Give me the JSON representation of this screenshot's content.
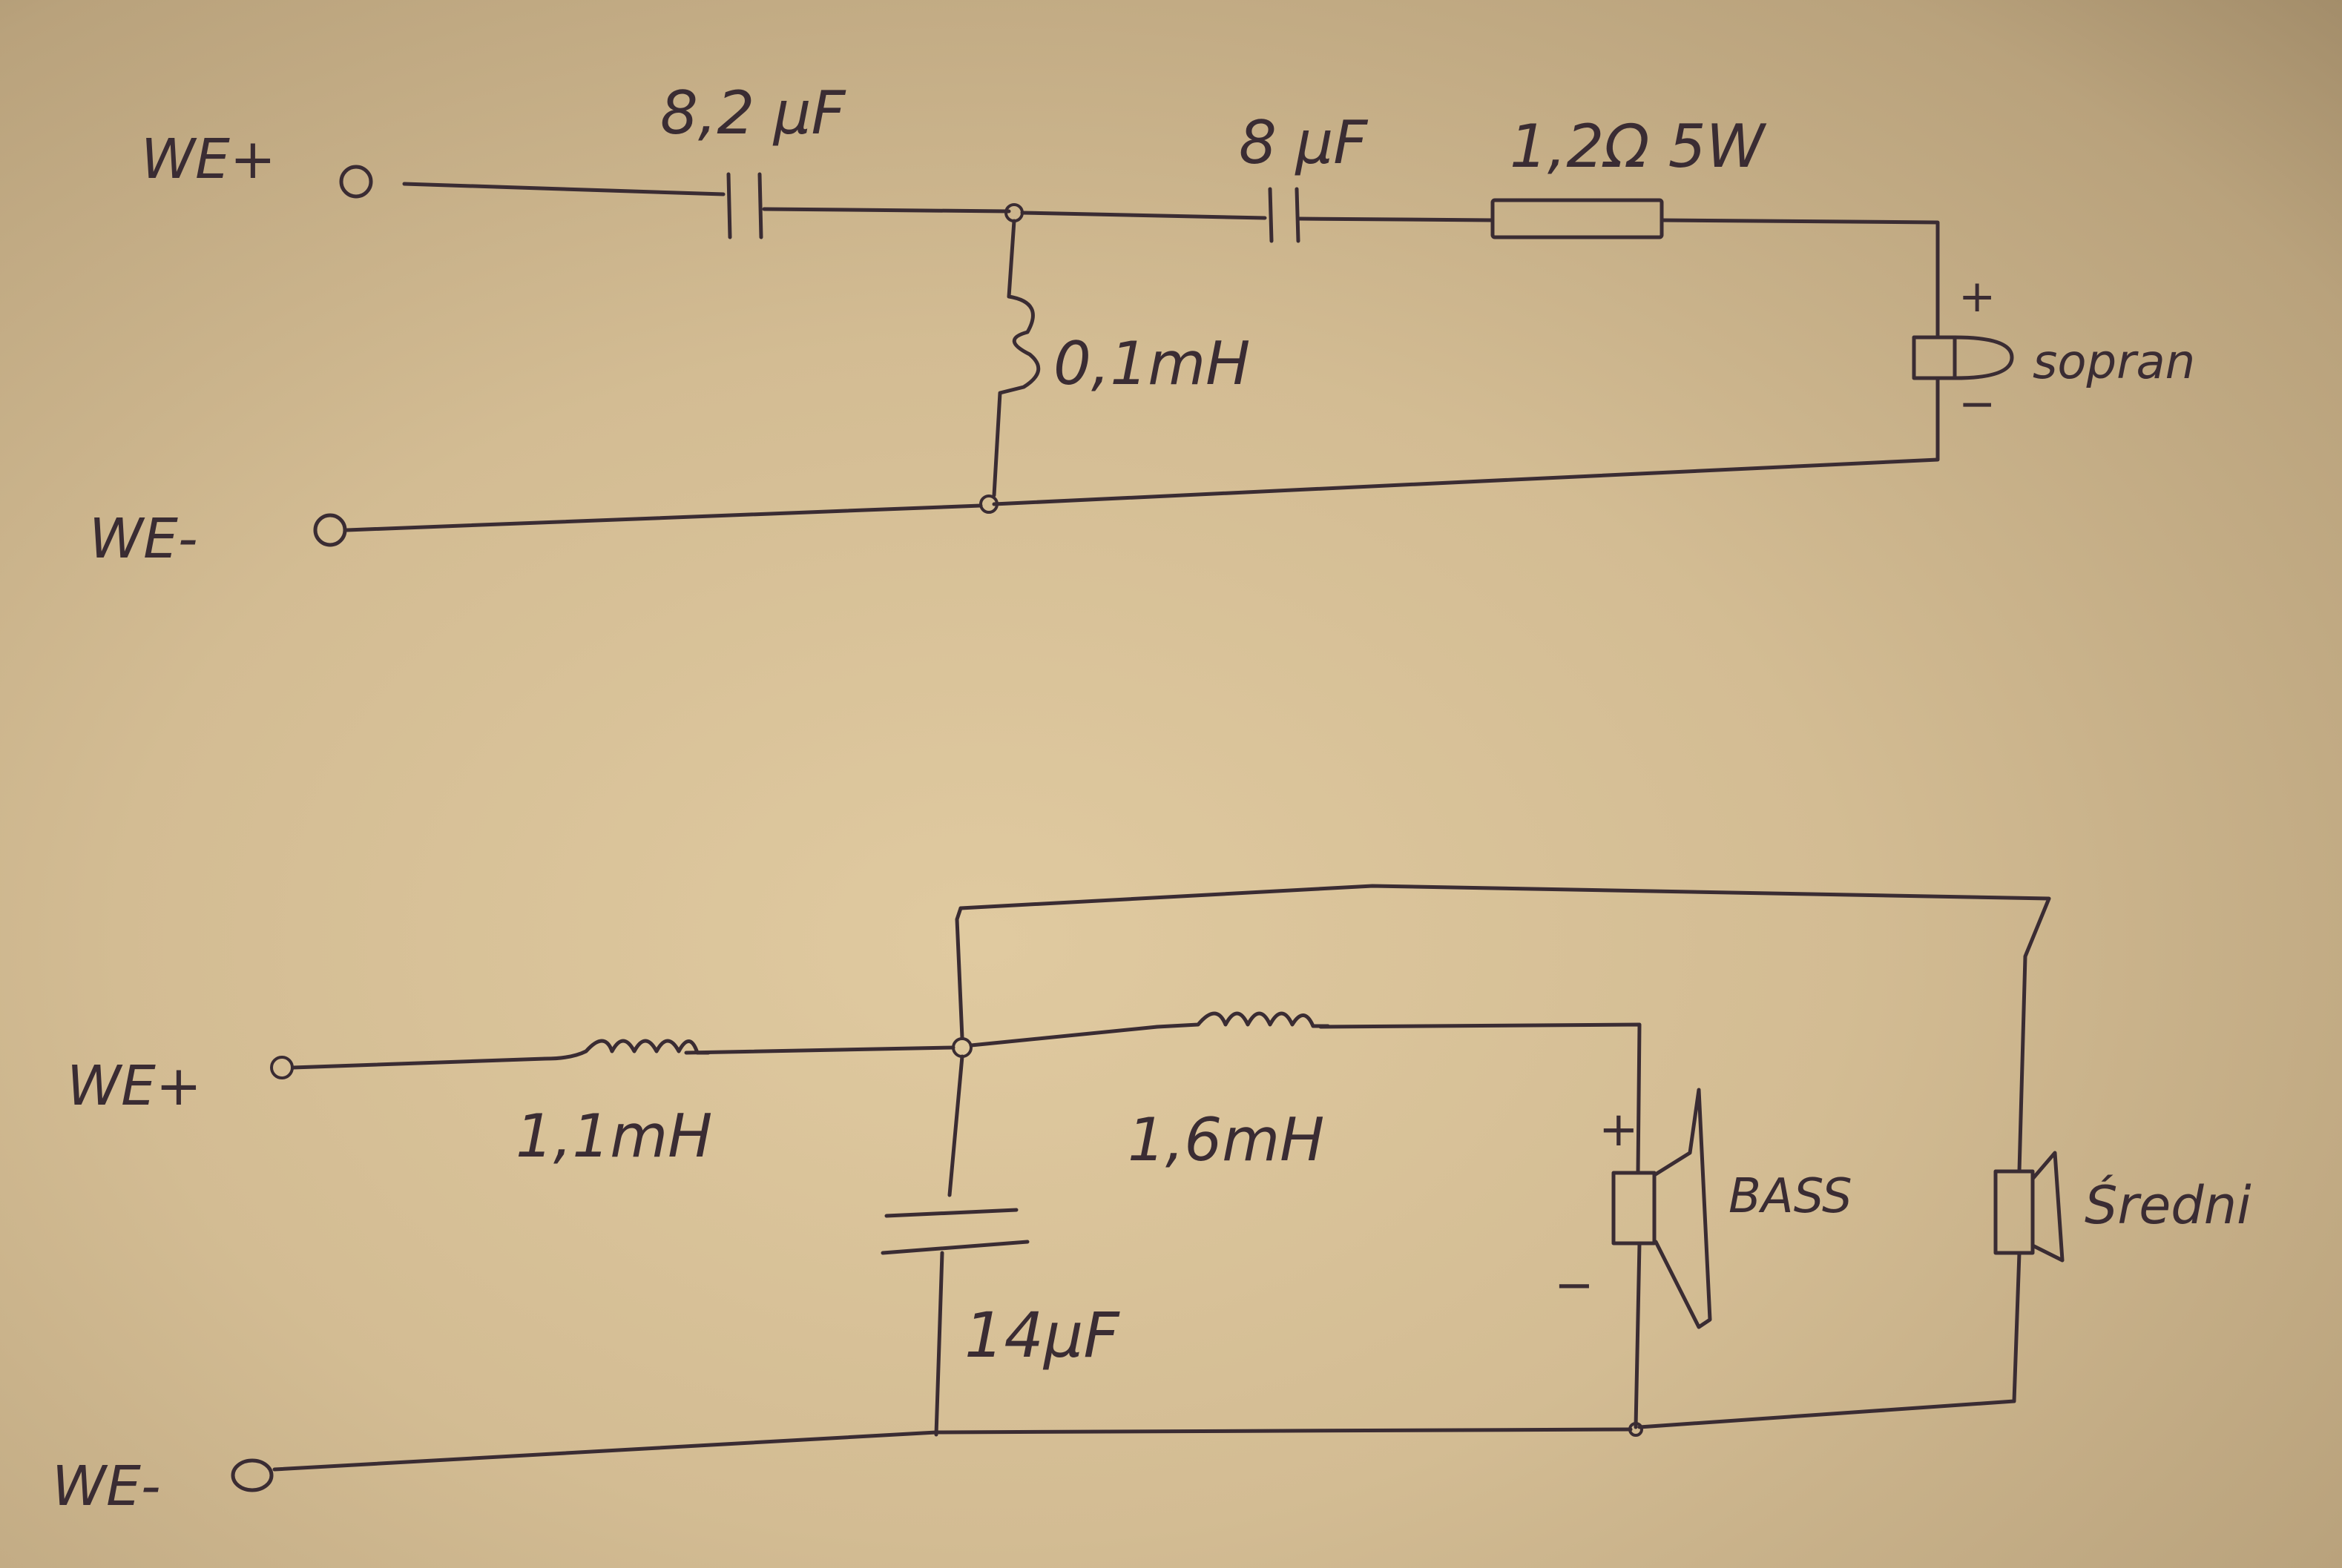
{
  "upper_circuit": {
    "input_plus": "WE+",
    "input_minus": "WE-",
    "c1": "8,2 μF",
    "c2": "8 μF",
    "r1": "1,2Ω 5W",
    "l1": "0,1mH",
    "tweeter": {
      "label": "sopran",
      "plus": "+",
      "minus": "−"
    }
  },
  "lower_circuit": {
    "input_plus": "WE+",
    "input_minus": "WE-",
    "l1": "1,1mH",
    "l2": "1,6mH",
    "c1": "14μF",
    "woofer": {
      "label": "BASS",
      "plus": "+",
      "minus": "−"
    },
    "midrange": {
      "label": "Średni"
    }
  },
  "ink_color": "#3a2c33"
}
